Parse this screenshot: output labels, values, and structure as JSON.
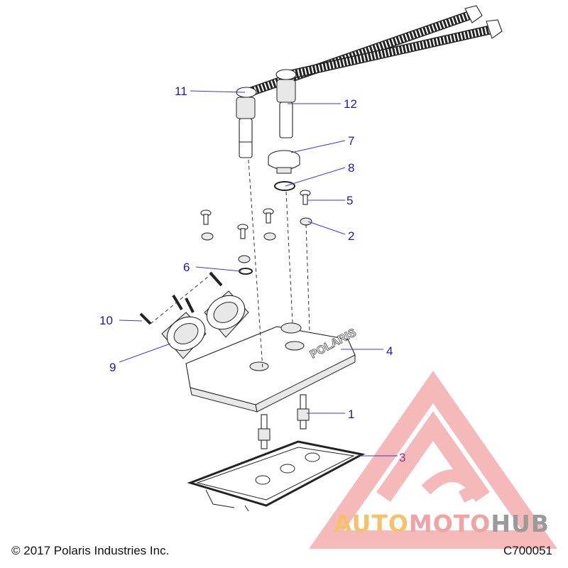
{
  "callouts": [
    {
      "num": "1"
    },
    {
      "num": "2"
    },
    {
      "num": "3"
    },
    {
      "num": "4"
    },
    {
      "num": "5"
    },
    {
      "num": "6"
    },
    {
      "num": "7"
    },
    {
      "num": "8"
    },
    {
      "num": "9"
    },
    {
      "num": "10"
    },
    {
      "num": "11"
    },
    {
      "num": "12"
    }
  ],
  "cover_lettering": "POLARIS",
  "footer": {
    "copyright": "© 2017 Polaris Industries Inc.",
    "code": "C700051"
  },
  "watermark": {
    "part1": "AUTO",
    "part2": "MOTO",
    "part3": "HUB"
  },
  "colors": {
    "callout_text": "#1a1aa6",
    "leader_line": "#3a3ad0",
    "watermark_red": "#f08080",
    "watermark_orange": "#f5c26b",
    "watermark_gray": "#9a9a9a"
  }
}
